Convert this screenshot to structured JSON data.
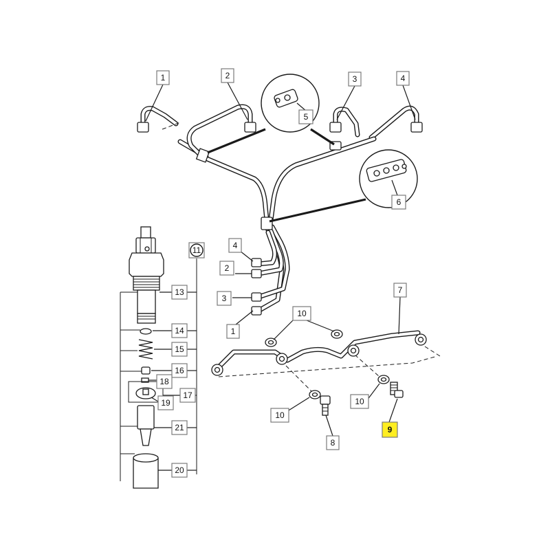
{
  "callouts": {
    "c1_top": "1",
    "c2_top": "2",
    "c3_top": "3",
    "c4_top": "4",
    "c5": "5",
    "c6": "6",
    "c4_mid": "4",
    "c2_mid": "2",
    "c3_mid": "3",
    "c1_mid": "1",
    "c7": "7",
    "c10_top": "10",
    "c10_left": "10",
    "c10_right": "10",
    "c8": "8",
    "c9": "9",
    "c11": "11",
    "c13": "13",
    "c14": "14",
    "c15": "15",
    "c16": "16",
    "c17": "17",
    "c18": "18",
    "c19": "19",
    "c21": "21",
    "c20": "20"
  },
  "highlight": {
    "part": "9",
    "color": "#ffee22"
  }
}
